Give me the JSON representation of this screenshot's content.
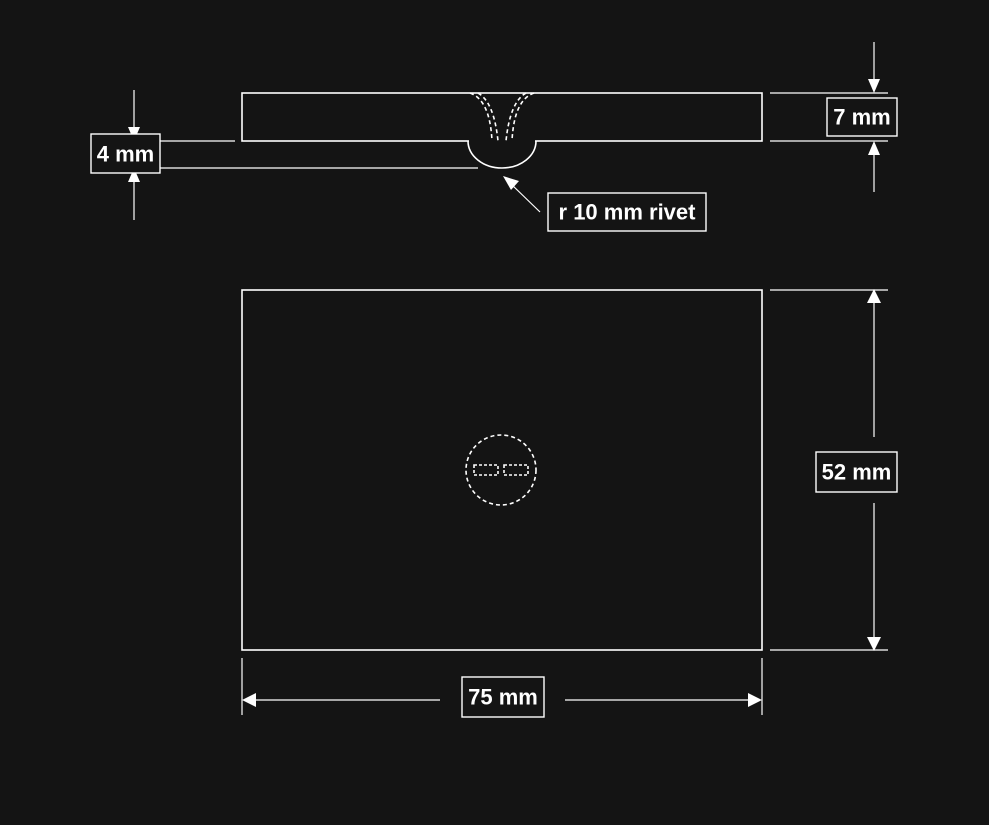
{
  "colors": {
    "background": "#141414",
    "line": "#ffffff"
  },
  "labels": {
    "thickness": "7 mm",
    "rivet_head_height": "4 mm",
    "rivet": "r 10 mm rivet",
    "height": "52 mm",
    "width": "75 mm"
  }
}
